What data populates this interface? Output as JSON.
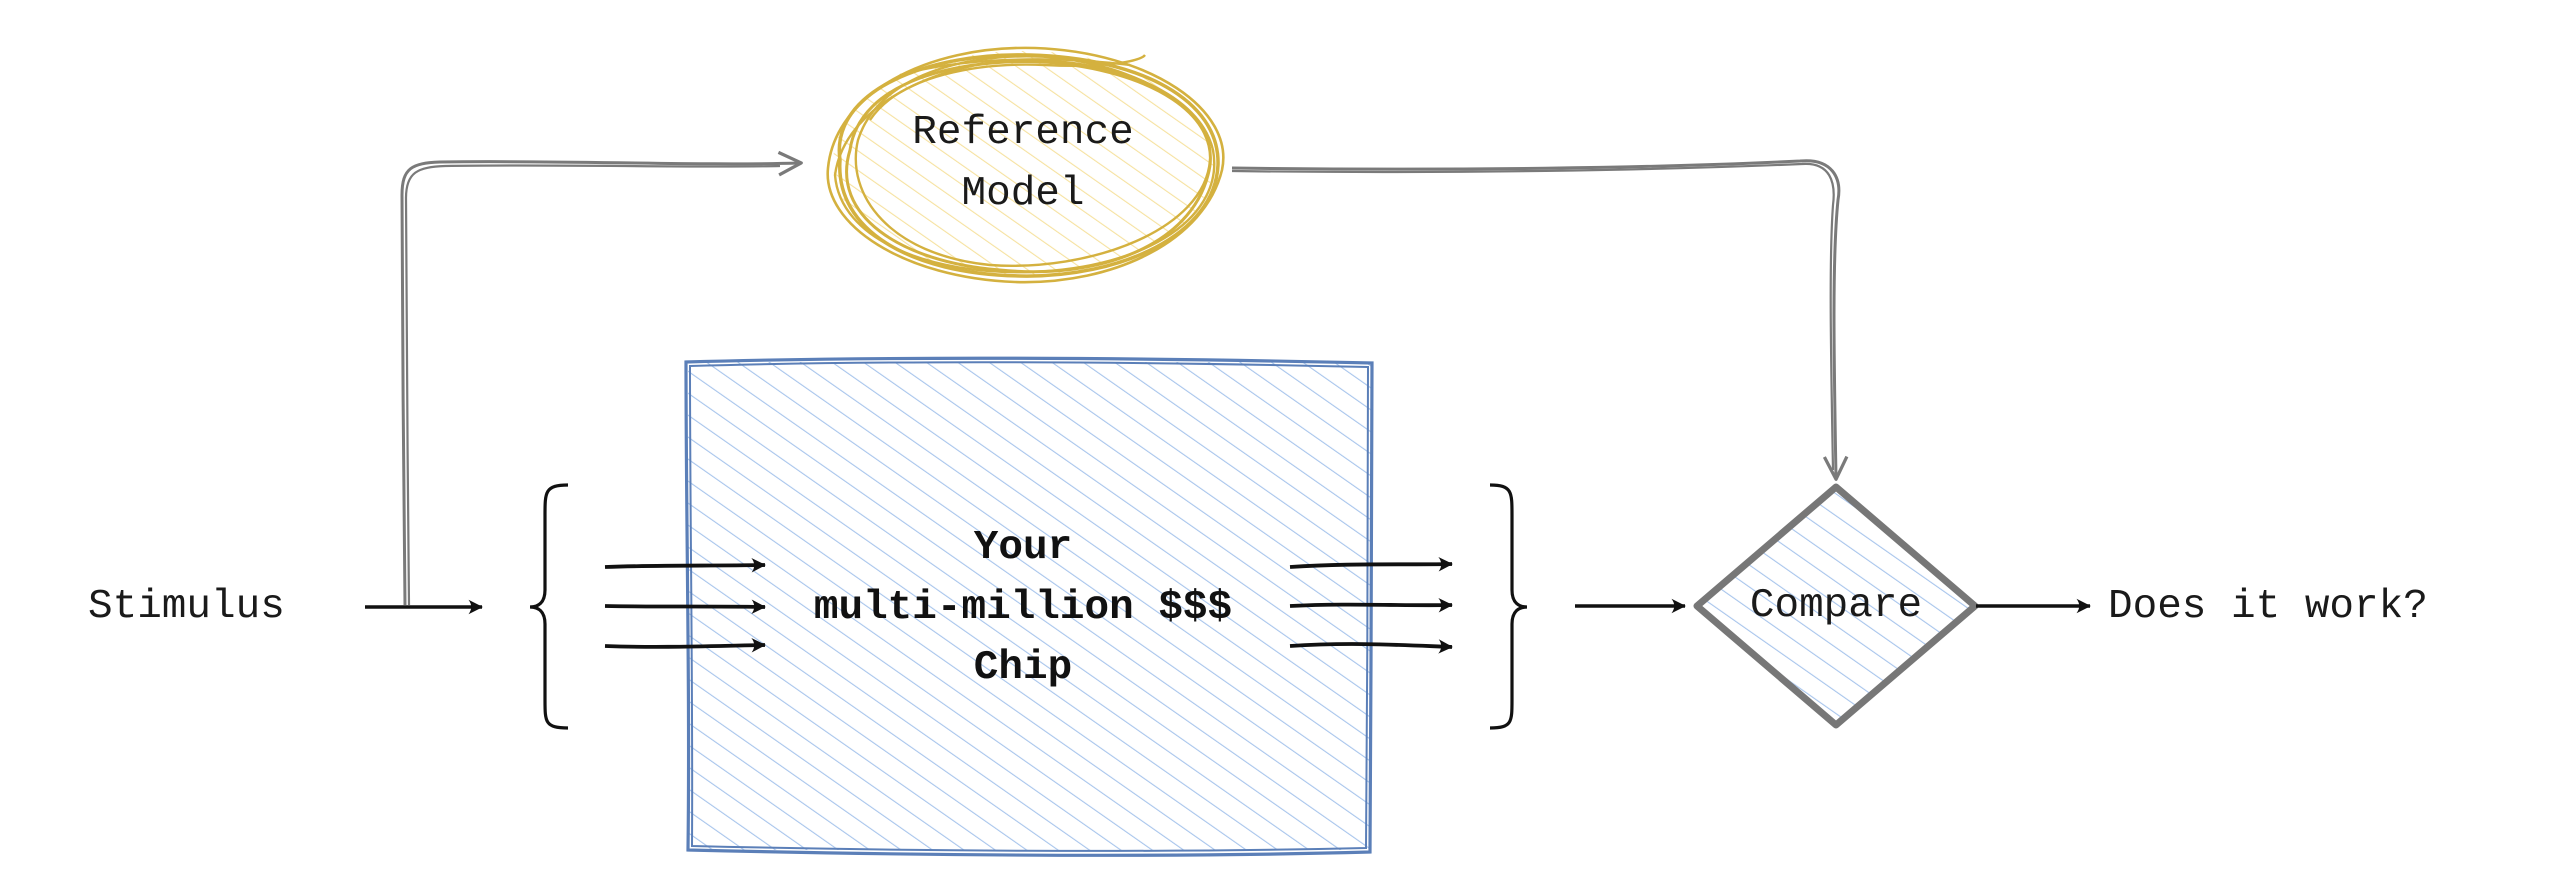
{
  "diagram": {
    "stimulus_label": "Stimulus",
    "reference_model": {
      "line1": "Reference",
      "line2": "Model"
    },
    "chip": {
      "line1": "Your",
      "line2": "multi-million $$$",
      "line3": "Chip"
    },
    "compare_label": "Compare",
    "result_label": "Does it work?"
  },
  "colors": {
    "reference_stroke": "#d4b13f",
    "reference_fill": "#fbf1c9",
    "chip_stroke": "#5b7fb8",
    "chip_fill": "#a8c5ec",
    "compare_stroke": "#777777",
    "compare_fill": "#a8c5ec",
    "connector_gray": "#7a7a7a",
    "arrow_black": "#111111"
  }
}
